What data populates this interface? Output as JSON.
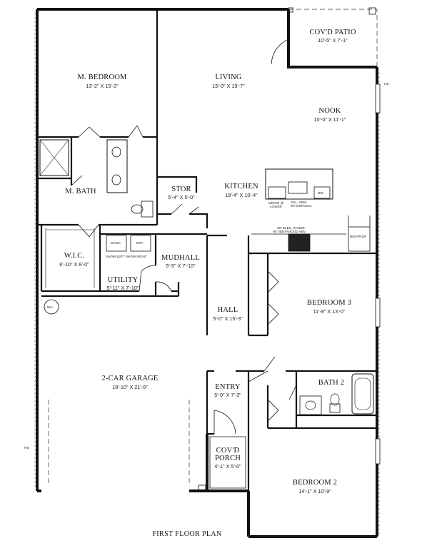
{
  "plan_title": "FIRST FLOOR PLAN",
  "hb_marker": "HB",
  "rooms": {
    "covd_patio": {
      "name": "COV'D PATIO",
      "dim": "10'-5\" X 7'-1\""
    },
    "master_bedroom": {
      "name": "M. BEDROOM",
      "dim": "13'-2\" X 15'-2\""
    },
    "living": {
      "name": "LIVING",
      "dim": "15'-0\" X 19'-7\""
    },
    "nook": {
      "name": "NOOK",
      "dim": "10'-0\" X 11'-1\""
    },
    "master_bath": {
      "name": "M. BATH",
      "dim": ""
    },
    "stor": {
      "name": "STOR",
      "dim": "5'-4\" X 5'-0\""
    },
    "kitchen": {
      "name": "KITCHEN",
      "dim": "19'-4\" X 10'-4\""
    },
    "wic": {
      "name": "W.I.C.",
      "dim": "6'-10\" X 8'-0\""
    },
    "mudhall": {
      "name": "MUDHALL",
      "dim": "5'-5\" X 7'-10\""
    },
    "utility": {
      "name": "UTILITY",
      "dim": "5'-11\" X 7'-10\""
    },
    "bedroom3": {
      "name": "BEDROOM 3",
      "dim": "11'-8\" X 13'-0\""
    },
    "hall": {
      "name": "HALL",
      "dim": "5'-0\" X 15'-3\""
    },
    "garage": {
      "name": "2-CAR GARAGE",
      "dim": "18'-10\" X 21'-0\""
    },
    "entry": {
      "name": "ENTRY",
      "dim": "5'-0\" X 7'-3\""
    },
    "bath2": {
      "name": "BATH 2",
      "dim": ""
    },
    "covd_porch": {
      "name": "COV'D PORCH",
      "name_line1": "COV'D",
      "name_line2": "PORCH",
      "dim": "4'-1\" X 5'-0\""
    },
    "bedroom2": {
      "name": "BEDROOM 2",
      "dim": "14'-1\" X 10'-9\""
    }
  },
  "fixtures": {
    "range_note_line1": "30\" ELEC. RANGE",
    "range_note_line2": "W/ VENTAHOOD ABV.",
    "sink_note_line1": "SGL. SINK",
    "sink_note_line2": "W/ DISPOSAL",
    "micro_note_line1": "MICRO @",
    "micro_note_line2": "LOWER",
    "dishwasher": "DW",
    "refrigerator": "REF/FRZR",
    "washer": "WASH",
    "dryer": "DRY",
    "shelf_note": "SHOW LEFT SHOW RIGHT",
    "water_heater": "WH"
  }
}
